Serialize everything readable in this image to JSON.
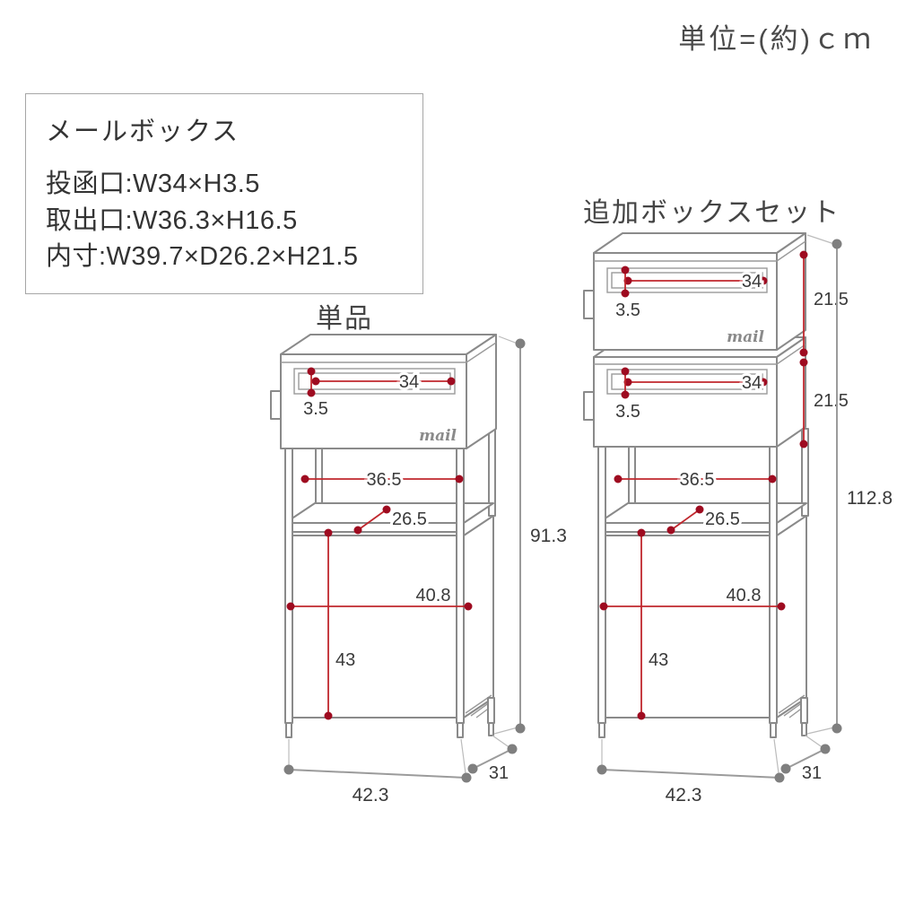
{
  "unit_label": "単位=(約)ｃｍ",
  "info_box": {
    "title": "メールボックス",
    "lines": [
      "投函口:W34×H3.5",
      "取出口:W36.3×H16.5",
      "内寸:W39.7×D26.2×H21.5"
    ]
  },
  "left_diagram": {
    "label": "単品",
    "mail_text": "mail",
    "dims": {
      "slot_w": "34",
      "slot_h": "3.5",
      "shelf_w": "36.5",
      "shelf_d": "26.5",
      "panel_w": "40.8",
      "panel_h": "43",
      "total_h": "91.3",
      "base_w": "42.3",
      "base_d": "31"
    }
  },
  "right_diagram": {
    "label": "追加ボックスセット",
    "mail_text": "mail",
    "dims": {
      "top_slot_w": "34",
      "top_slot_h": "3.5",
      "top_box_h": "21.5",
      "second_slot_w": "34",
      "second_slot_h": "3.5",
      "second_box_h": "21.5",
      "shelf_w": "36.5",
      "shelf_d": "26.5",
      "panel_w": "40.8",
      "panel_h": "43",
      "total_h": "112.8",
      "base_w": "42.3",
      "base_d": "31"
    }
  },
  "colors": {
    "artwork_line": "#8a8a8a",
    "dimension_red": "#c0272d",
    "dimension_dot_red": "#9e0b20",
    "dimension_gray": "#9b9b9b",
    "dimension_dot_gray": "#7f7f7f",
    "text_dark": "#3a3a3a"
  }
}
